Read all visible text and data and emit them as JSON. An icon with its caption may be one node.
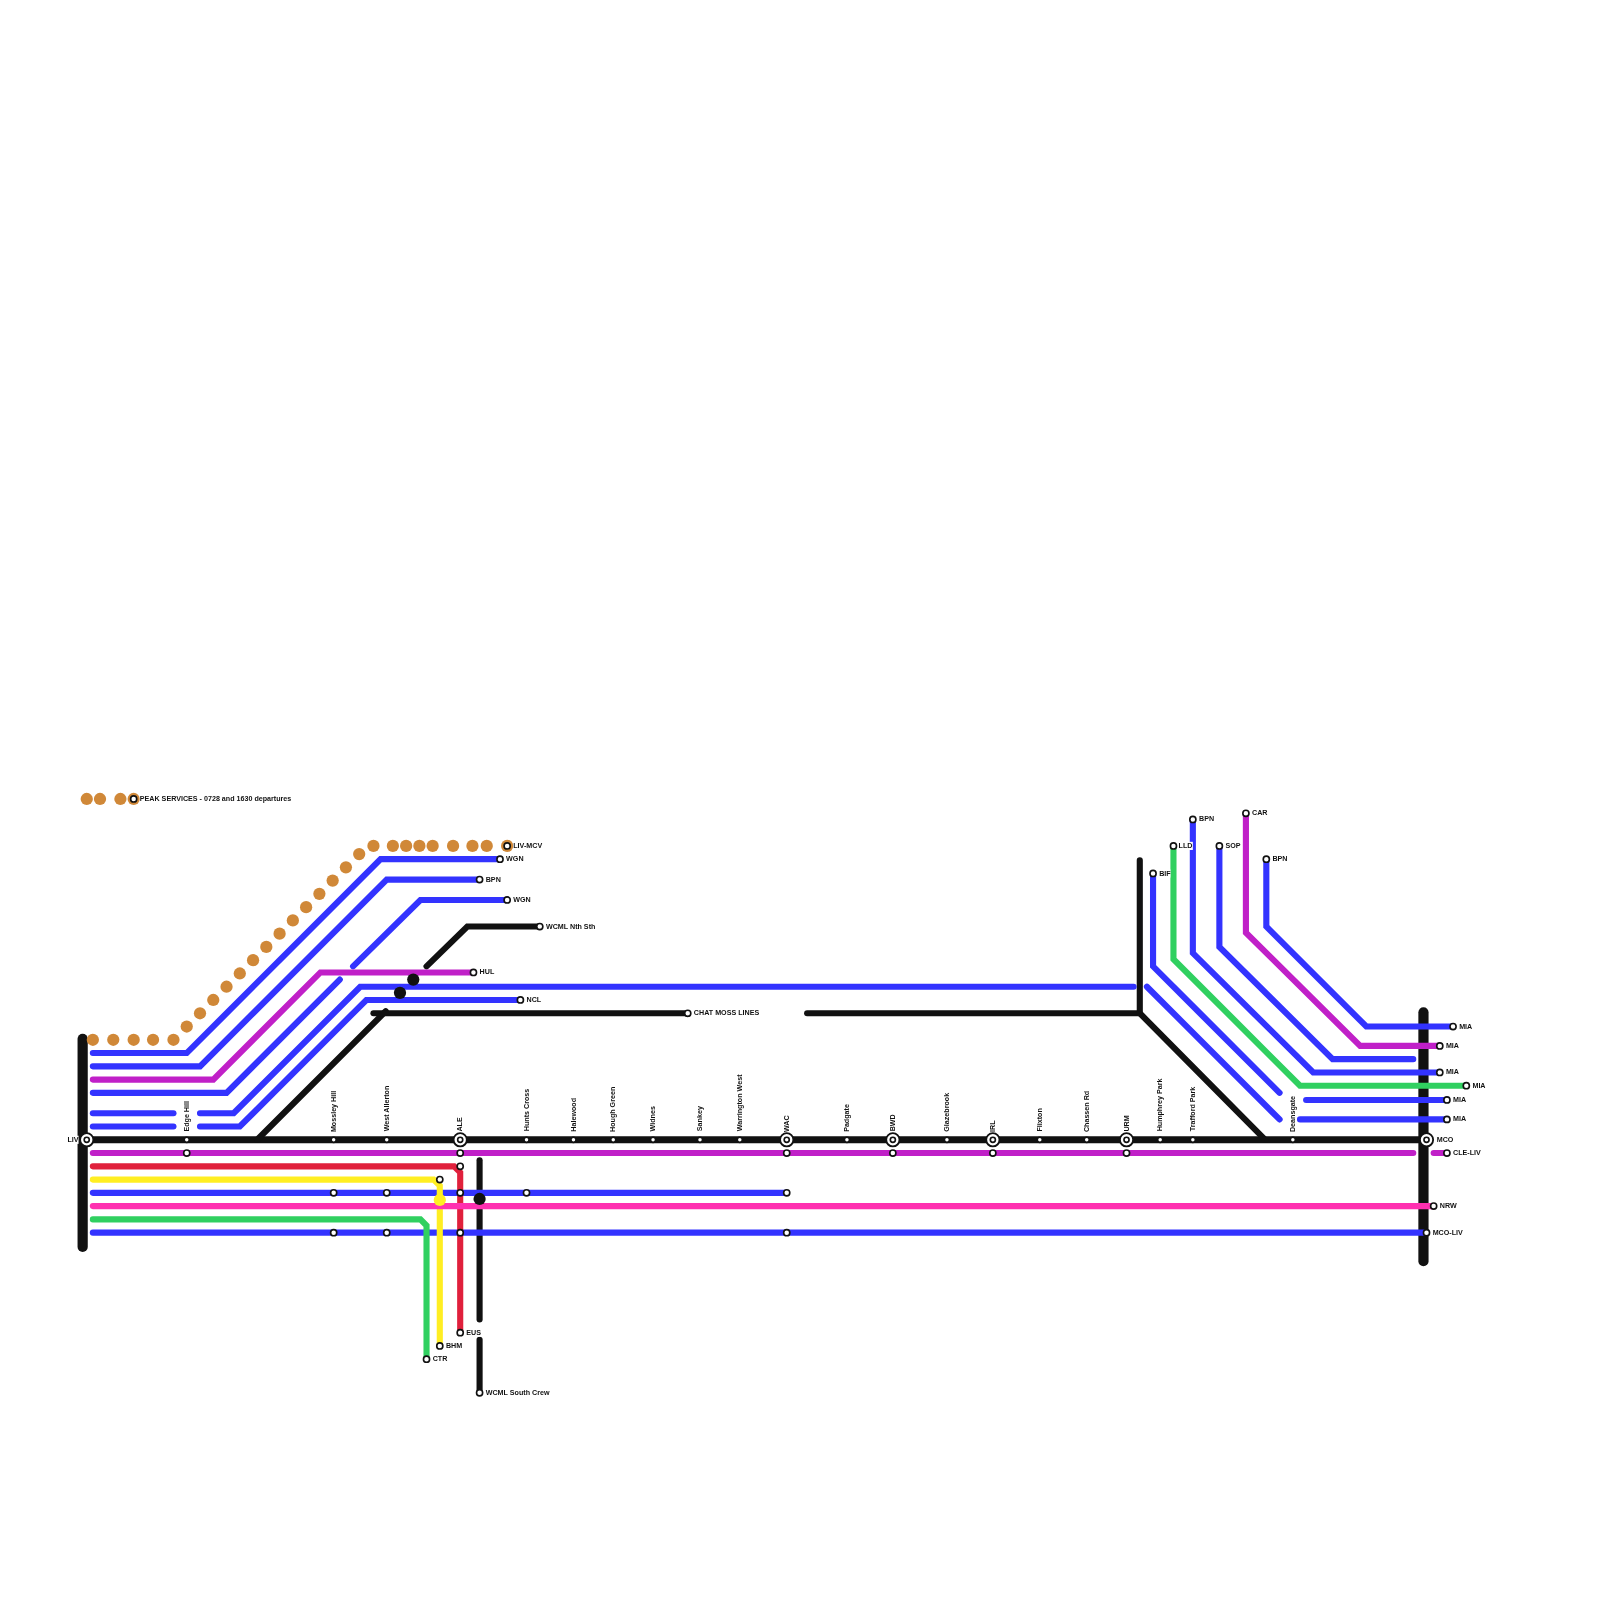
{
  "diagram": {
    "labels": [
      "LIV-MCV",
      "CAR",
      "BPN",
      "LLD",
      "SOP",
      "WGN",
      "BPN",
      "BPN",
      "BIF",
      "WGN",
      "WCML Nth Sth",
      "HUL",
      "NCL",
      "CHAT MOSS LINES",
      "MIA",
      "MIA",
      "MIA",
      "MIA",
      "MIA",
      "MIA",
      "Edge Hill",
      "Mossley Hill",
      "West Allerton",
      "ALE",
      "Hunts Cross",
      "Halewood",
      "Hough Green",
      "Widnes",
      "Sankey",
      "Warrington West",
      "WAC",
      "Padgate",
      "BWD",
      "Glazebrook",
      "IRL",
      "Flixton",
      "Chassen Rd",
      "URM",
      "Humphrey Park",
      "Trafford Park",
      "Deansgate",
      "LIV",
      "MCO",
      "CLE-LIV",
      "NRW",
      "MCO-LIV",
      "EUS",
      "BHM",
      "CTR",
      "WCML South Crew"
    ],
    "legend": [
      {
        "text": "PEAK SERVICES - 0728 and 1630 departures"
      }
    ]
  }
}
